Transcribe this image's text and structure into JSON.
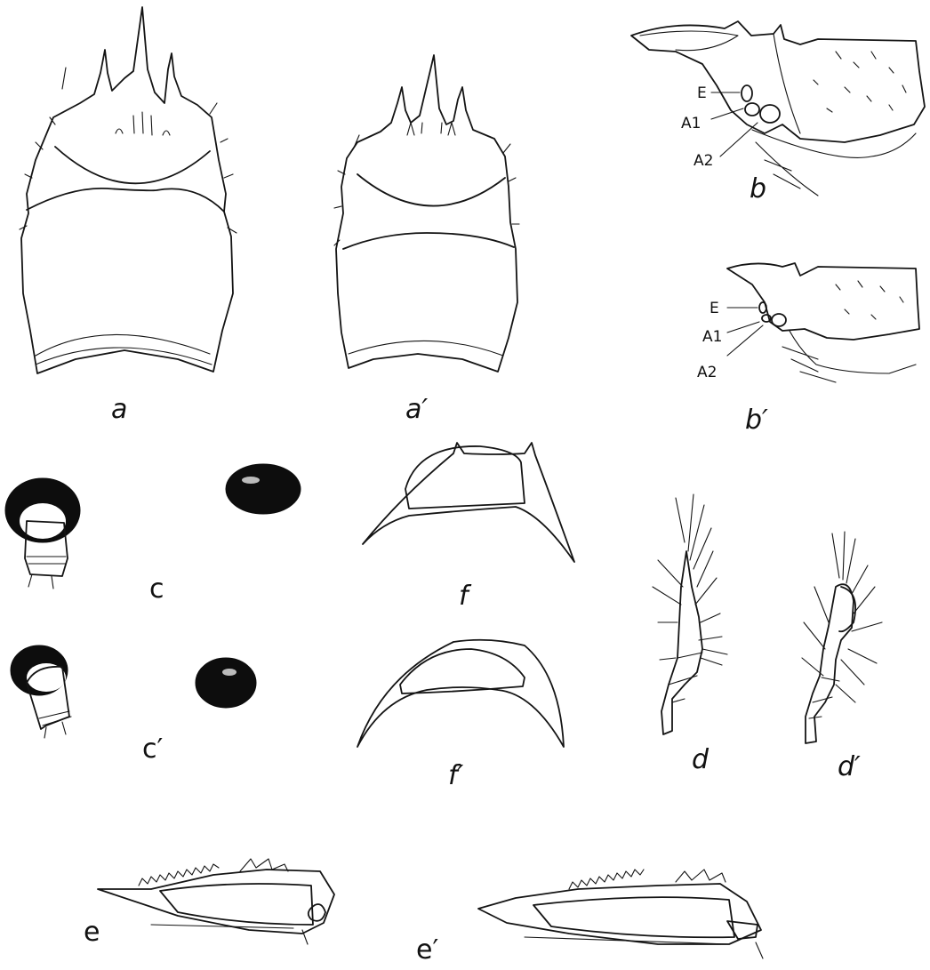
{
  "figures": {
    "a": "a",
    "a_prime": "a′",
    "b": "b",
    "b_prime": "b′",
    "c": "c",
    "c_prime": "c′",
    "d": "d",
    "d_prime": "d′",
    "e": "e",
    "e_prime": "e′",
    "f": "f",
    "f_prime": "f′"
  },
  "part_labels": {
    "eye": "E",
    "antennule": "A1",
    "antenna": "A2"
  },
  "colors": {
    "ink": "#141414",
    "paper": "#ffffff"
  }
}
